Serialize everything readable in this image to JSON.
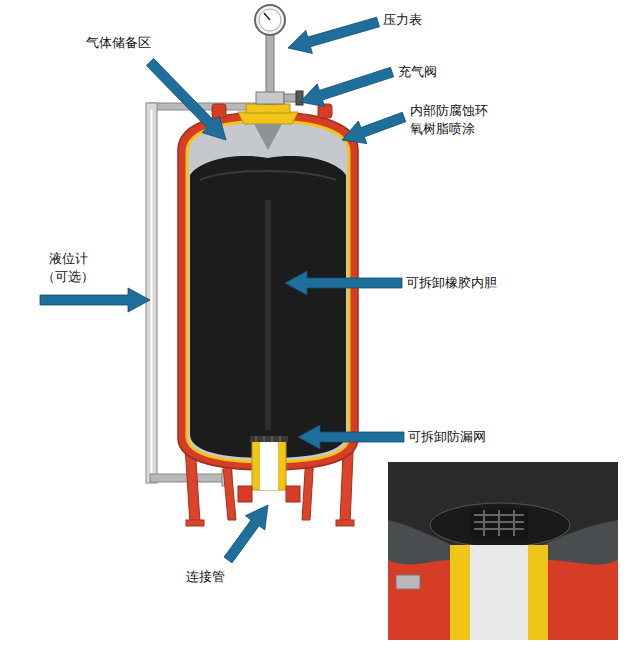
{
  "diagram": {
    "labels": [
      "压力表",
      "气体储备区",
      "充气阀",
      "内部防腐蚀环 氧树脂喷涂",
      "液位计 （可选）",
      "可拆卸橡胶内胆",
      "可拆卸防漏网",
      "连接管"
    ]
  }
}
